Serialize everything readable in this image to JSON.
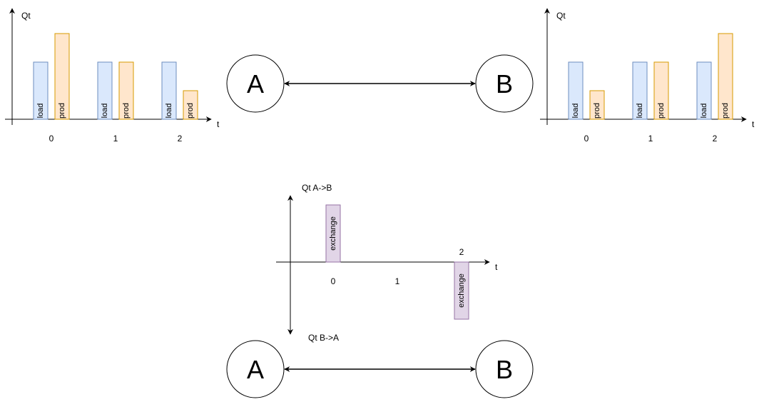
{
  "colors": {
    "load_fill": "#dae8fc",
    "load_stroke": "#6c8ebf",
    "prod_fill": "#ffe6cc",
    "prod_stroke": "#d79b00",
    "exchange_fill": "#e1d5e7",
    "exchange_stroke": "#9673a6"
  },
  "chart_data": [
    {
      "type": "bar",
      "ylabel": "Qt",
      "xlabel": "t",
      "categories": [
        "0",
        "1",
        "2"
      ],
      "series": [
        {
          "name": "load",
          "values": [
            2,
            2,
            2
          ]
        },
        {
          "name": "prod",
          "values": [
            3,
            2,
            1
          ]
        }
      ]
    },
    {
      "type": "bar",
      "ylabel": "Qt",
      "xlabel": "t",
      "categories": [
        "0",
        "1",
        "2"
      ],
      "series": [
        {
          "name": "load",
          "values": [
            2,
            2,
            2
          ]
        },
        {
          "name": "prod",
          "values": [
            1,
            2,
            3
          ]
        }
      ]
    },
    {
      "type": "bar",
      "ylabel": "Qt A->B",
      "ylabel_neg": "Qt B->A",
      "xlabel": "t",
      "categories": [
        "0",
        "1",
        "2"
      ],
      "series": [
        {
          "name": "exchange",
          "values": [
            2,
            0,
            -2
          ]
        }
      ]
    }
  ],
  "nodes": {
    "top_a": "A",
    "top_b": "B",
    "bottom_a": "A",
    "bottom_b": "B"
  }
}
